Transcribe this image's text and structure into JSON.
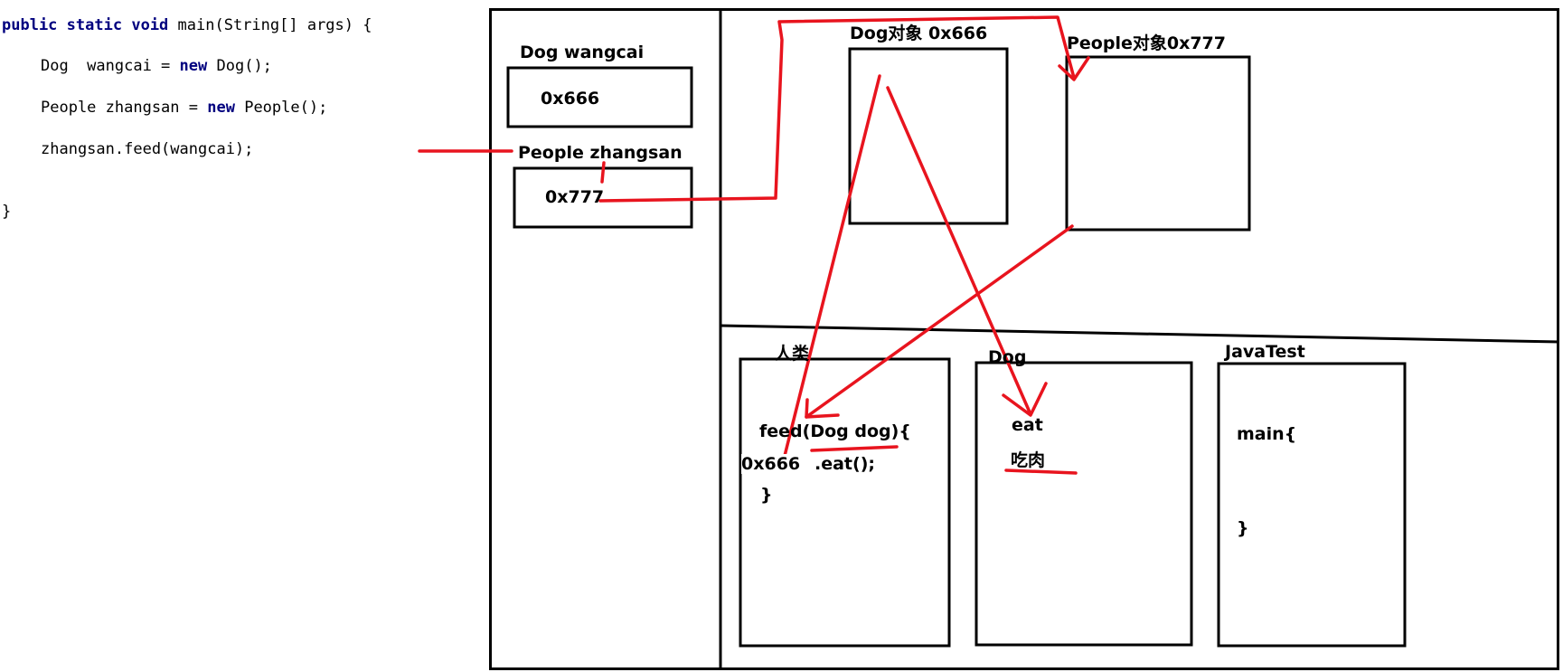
{
  "code": {
    "line1": {
      "kw1": "public",
      "kw2": "static",
      "kw3": "void",
      "rest": "main(String[] args) {"
    },
    "line2": {
      "pre": "Dog  wangcai = ",
      "kw": "new",
      "post": "Dog();"
    },
    "line3": {
      "pre": "People zhangsan = ",
      "kw": "new",
      "post": "People();"
    },
    "line4": "zhangsan.feed(wangcai);",
    "line5": "}"
  },
  "stack": {
    "dog_var_label": "Dog wangcai",
    "dog_var_value": "0x666",
    "people_var_label": "People zhangsan",
    "people_var_value": "0x777"
  },
  "heap": {
    "dog_object_label": "Dog对象 0x666",
    "people_object_label": "People对象0x777"
  },
  "method_area": {
    "people_class": {
      "title": "人类",
      "method_sig": "feed(Dog  dog){",
      "param_value": "0x666",
      "call": ".eat();",
      "close": "}"
    },
    "dog_class": {
      "title": "Dog",
      "method": "eat",
      "body": "吃肉"
    },
    "javatest_class": {
      "title": "JavaTest",
      "method": "main{",
      "close": "}"
    }
  },
  "colors": {
    "arrow": "#e8141e",
    "border": "#000000",
    "keyword": "#00007f"
  }
}
